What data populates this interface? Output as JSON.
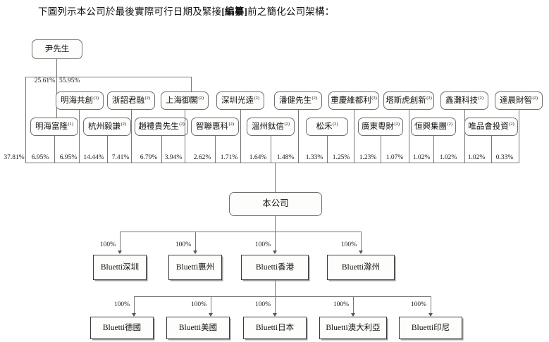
{
  "caption": {
    "pre": "下圖列示本公司於最後實際可行日期及緊接",
    "emph": "[編纂]",
    "post": "前之簡化公司架構："
  },
  "chart_data": {
    "type": "diagram",
    "title": "簡化公司架構",
    "root": {
      "label": "尹先生"
    },
    "root_links": [
      {
        "pct": "25.61%"
      },
      {
        "pct": "55.95%"
      }
    ],
    "company": {
      "label": "本公司"
    },
    "shareholders_upper": [
      {
        "label": "明海共創",
        "sup": "(1)"
      },
      {
        "label": "浙韶君融",
        "sup": "(2)"
      },
      {
        "label": "上海御閣",
        "sup": "(2)"
      },
      {
        "label": "深圳光遠",
        "sup": "(2)"
      },
      {
        "label": "潘健先生",
        "sup": "(2)"
      },
      {
        "label": "重慶維都利",
        "sup": "(2)"
      },
      {
        "label": "塔斯虎創新",
        "sup": "(2)"
      },
      {
        "label": "鑫灘科技",
        "sup": "(2)"
      },
      {
        "label": "達晨財智",
        "sup": "(2)"
      }
    ],
    "shareholders_lower": [
      {
        "label": "明海富隆",
        "sup": "(1)"
      },
      {
        "label": "杭州毅謙",
        "sup": "(2)"
      },
      {
        "label": "趙禮貴先生",
        "sup": "(2)"
      },
      {
        "label": "智聯惠科",
        "sup": "(2)"
      },
      {
        "label": "溫州鈦信",
        "sup": "(2)"
      },
      {
        "label": "松禾",
        "sup": "(2)"
      },
      {
        "label": "廣東粵財",
        "sup": "(2)"
      },
      {
        "label": "恒興集團",
        "sup": "(2)"
      },
      {
        "label": "唯品會投資",
        "sup": "(2)"
      }
    ],
    "ownership_percentages": [
      "37.81%",
      "6.95%",
      "6.95%",
      "14.44%",
      "7.41%",
      "6.79%",
      "3.94%",
      "2.62%",
      "1.71%",
      "1.64%",
      "1.48%",
      "1.33%",
      "1.25%",
      "1.23%",
      "1.07%",
      "1.02%",
      "1.02%",
      "1.02%",
      "0.33%"
    ],
    "subsidiaries_tier1": [
      {
        "label": "Bluetti深圳",
        "pct": "100%"
      },
      {
        "label": "Bluetti惠州",
        "pct": "100%"
      },
      {
        "label": "Bluetti香港",
        "pct": "100%"
      },
      {
        "label": "Bluetti滁州",
        "pct": "100%"
      }
    ],
    "subsidiaries_tier2": [
      {
        "label": "Bluetti德國",
        "pct": "100%"
      },
      {
        "label": "Bluetti美國",
        "pct": "100%"
      },
      {
        "label": "Bluetti日本",
        "pct": "100%"
      },
      {
        "label": "Bluetti澳大利亞",
        "pct": "100%"
      },
      {
        "label": "Bluetti印尼",
        "pct": "100%"
      }
    ]
  },
  "colors": {
    "line": "#777777",
    "box_border_round": "#6f6f6f",
    "box_border_rect": "#3a3a3a",
    "box_fill": "#fdfdfb",
    "text": "#111111"
  }
}
